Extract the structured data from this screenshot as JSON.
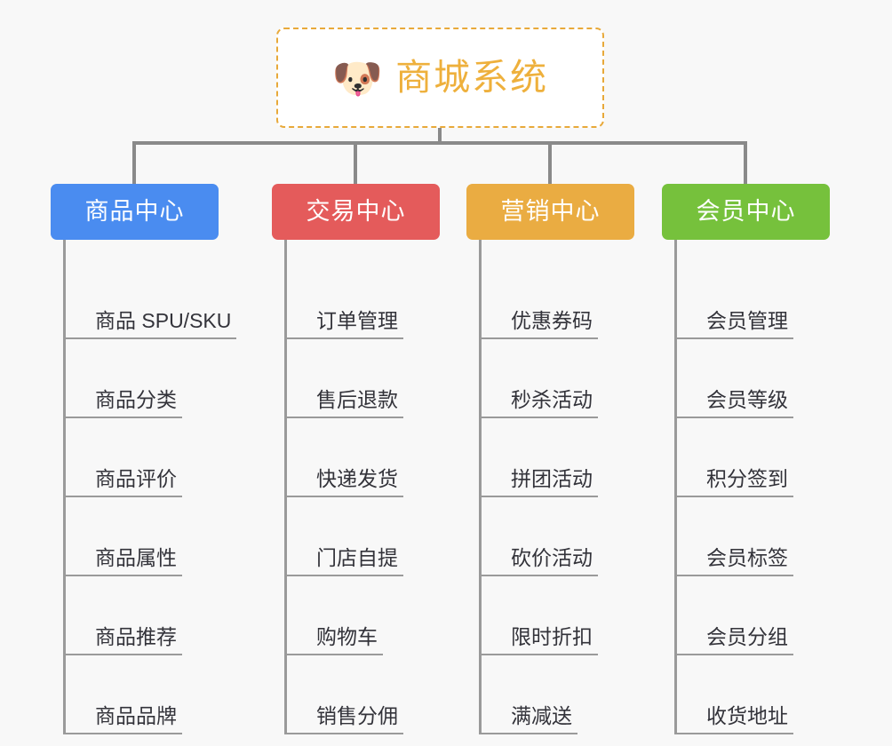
{
  "background_color": "#f8f8f8",
  "root": {
    "icon": "dog-face-emoji",
    "icon_glyph": "🐶",
    "title": "商城系统",
    "border_color": "#e8a93a",
    "text_color": "#eeb03c",
    "fill_color": "#ffffff"
  },
  "connector_color": "#8a8a8a",
  "categories": [
    {
      "label": "商品中心",
      "color": "#4a8cf0",
      "items": [
        "商品 SPU/SKU",
        "商品分类",
        "商品评价",
        "商品属性",
        "商品推荐",
        "商品品牌"
      ]
    },
    {
      "label": "交易中心",
      "color": "#e45b5b",
      "items": [
        "订单管理",
        "售后退款",
        "快递发货",
        "门店自提",
        "购物车",
        "销售分佣"
      ]
    },
    {
      "label": "营销中心",
      "color": "#eaac42",
      "items": [
        "优惠券码",
        "秒杀活动",
        "拼团活动",
        "砍价活动",
        "限时折扣",
        "满减送"
      ]
    },
    {
      "label": "会员中心",
      "color": "#76c13c",
      "items": [
        "会员管理",
        "会员等级",
        "积分签到",
        "会员标签",
        "会员分组",
        "收货地址"
      ]
    }
  ]
}
